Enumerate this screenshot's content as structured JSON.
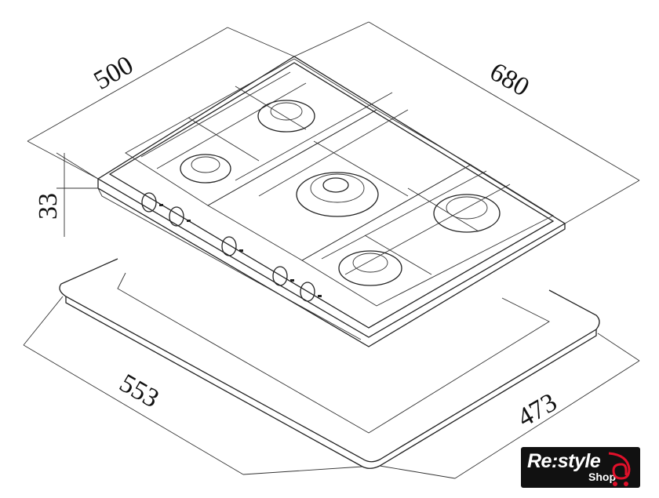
{
  "dimensions": {
    "hob_depth": "500",
    "hob_width": "680",
    "hob_height": "33",
    "cutout_width": "553",
    "cutout_depth": "473"
  },
  "logo": {
    "brand": "Re:style",
    "sub": "Shop",
    "accent_color": "#e0102a"
  }
}
